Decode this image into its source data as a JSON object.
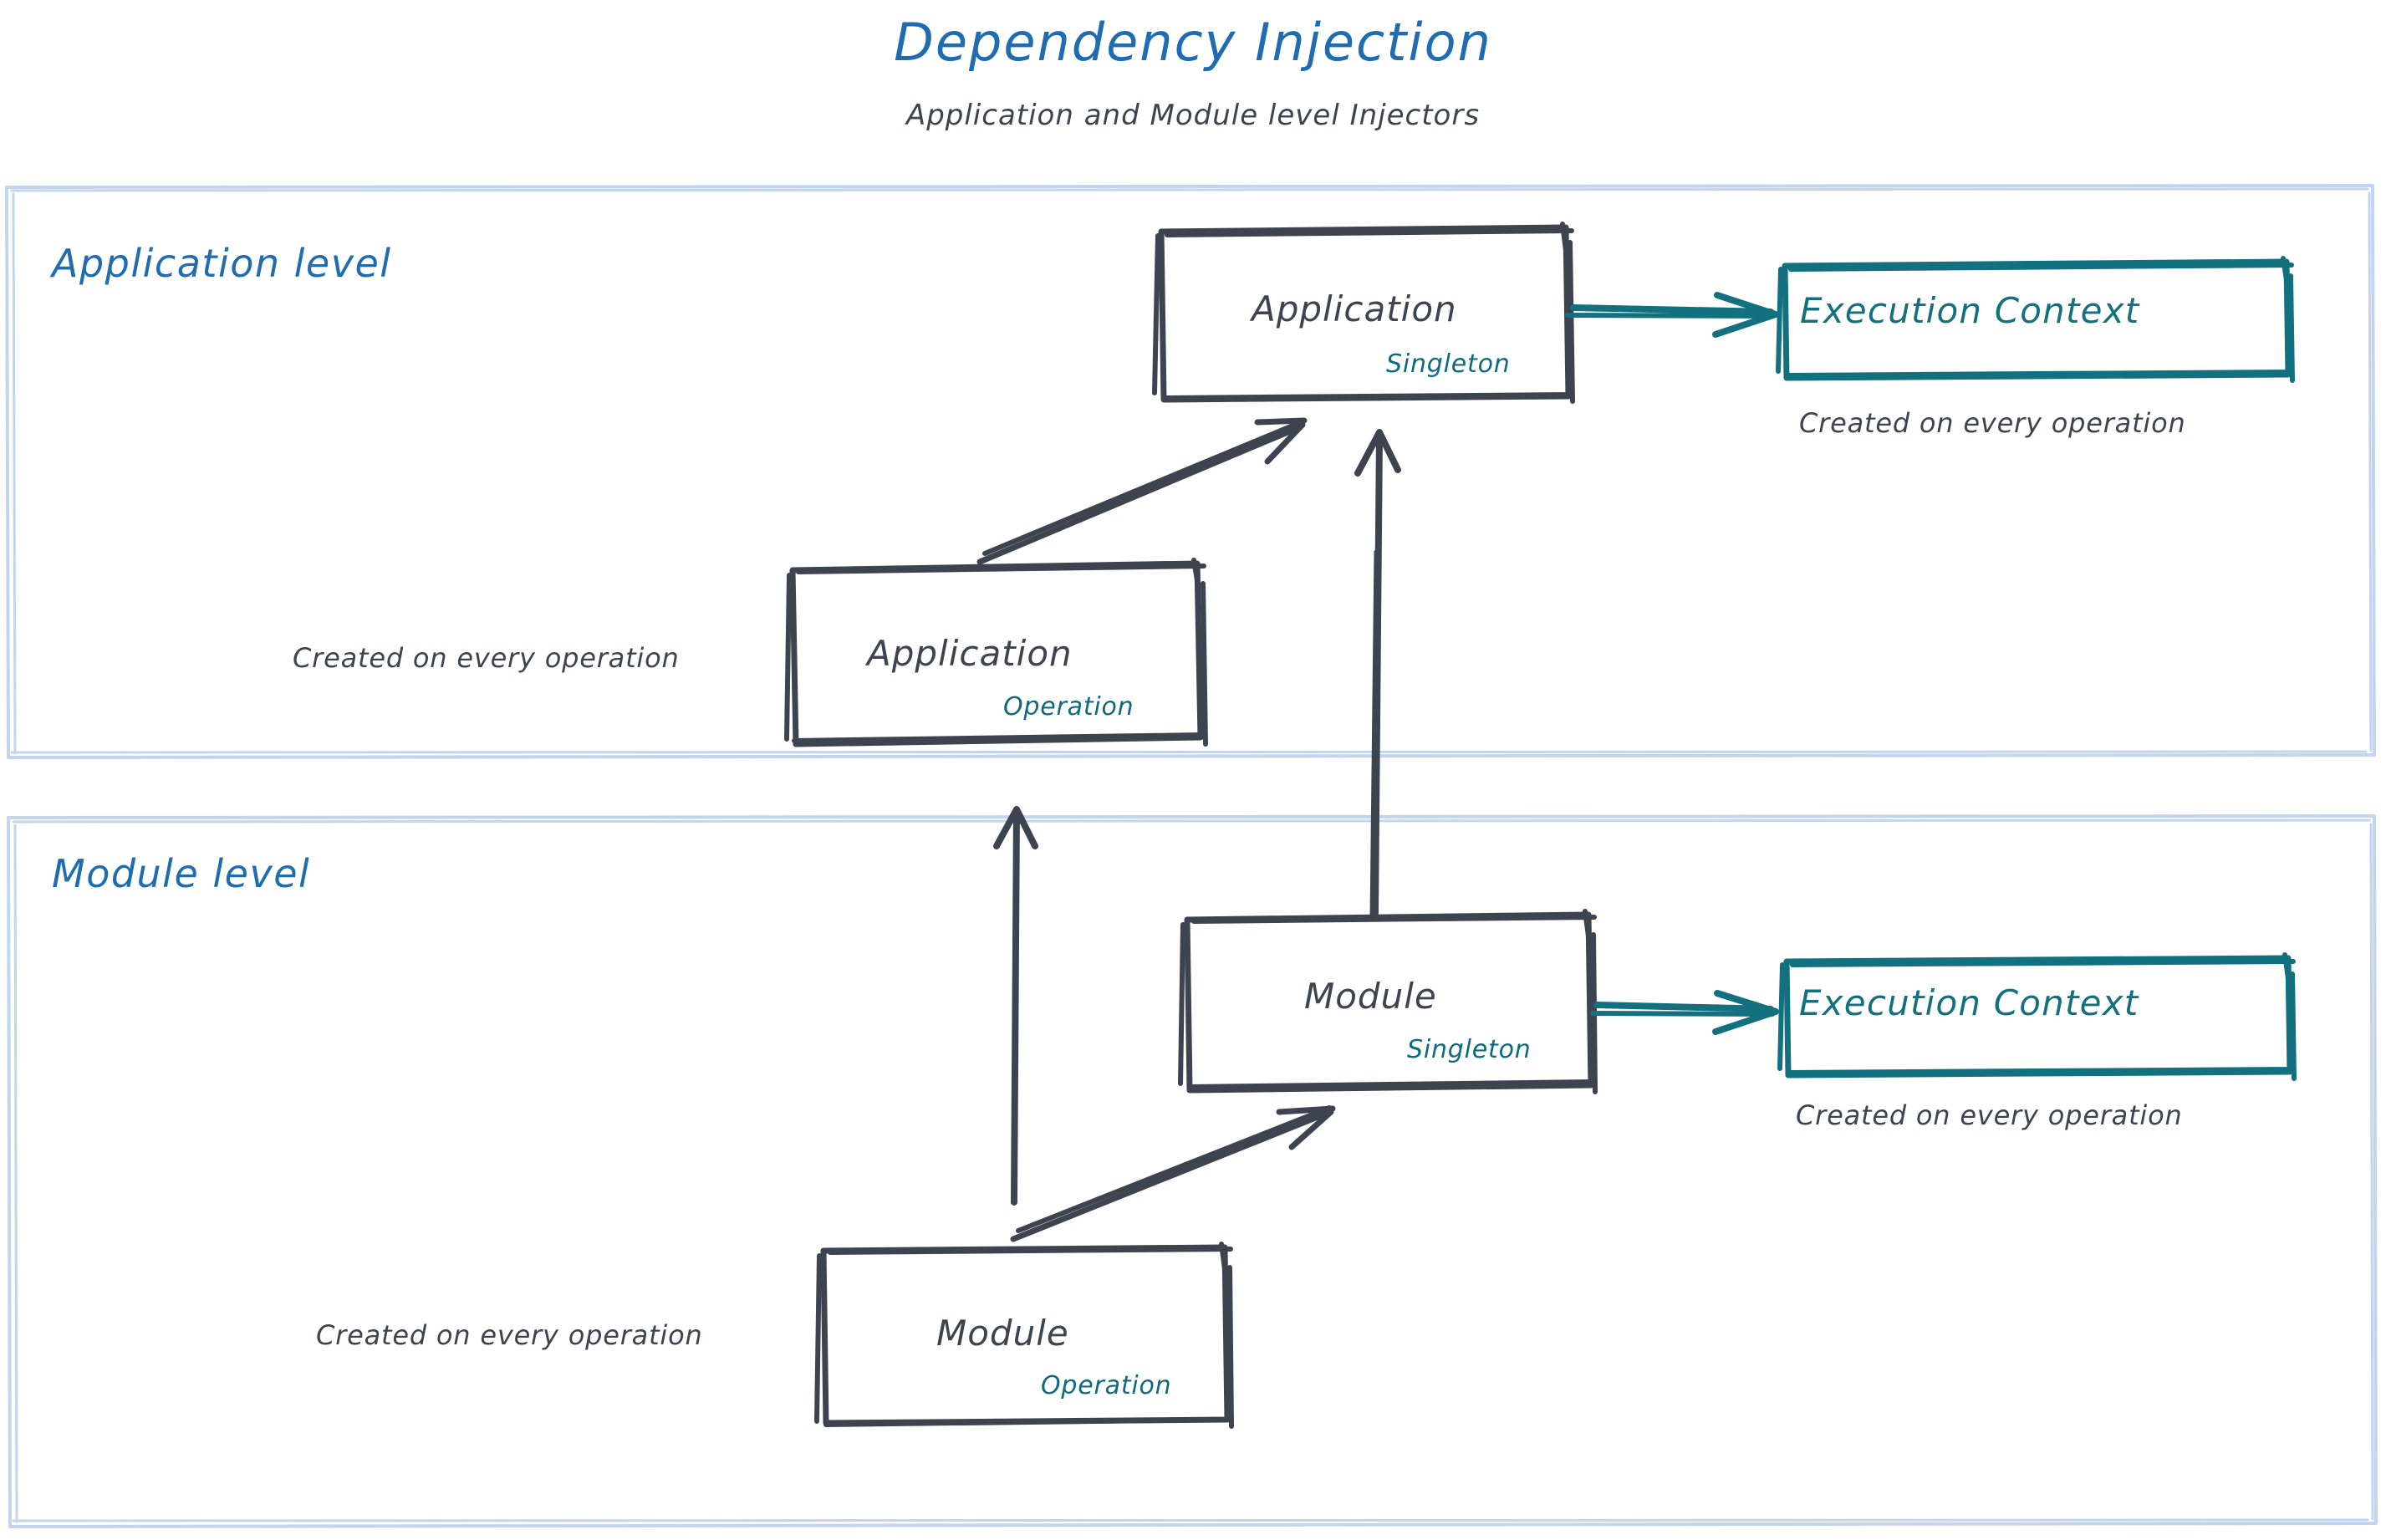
{
  "header": {
    "title": "Dependency Injection",
    "subtitle": "Application and Module level Injectors"
  },
  "colors": {
    "title_blue": "#1f6cb0",
    "band_label_blue": "#1f6cb0",
    "panel_border": "#c3d5ec",
    "sketch_dark": "#3d4450",
    "teal": "#13717f",
    "teal_sub": "#0f6a7d",
    "background": "#ffffff"
  },
  "bands": [
    {
      "id": "application-level",
      "label": "Application level",
      "nodes": [
        {
          "id": "application-singleton",
          "title": "Application",
          "scope": "Singleton",
          "border_style": "sketch-dark"
        },
        {
          "id": "execution-context-application",
          "title": "Execution Context",
          "scope": "",
          "border_style": "sketch-teal",
          "caption": "Created on every operation"
        },
        {
          "id": "application-operation",
          "title": "Application",
          "scope": "Operation",
          "border_style": "sketch-dark",
          "caption": "Created on every operation"
        }
      ]
    },
    {
      "id": "module-level",
      "label": "Module level",
      "nodes": [
        {
          "id": "module-singleton",
          "title": "Module",
          "scope": "Singleton",
          "border_style": "sketch-dark"
        },
        {
          "id": "execution-context-module",
          "title": "Execution Context",
          "scope": "",
          "border_style": "sketch-teal",
          "caption": "Created on every operation"
        },
        {
          "id": "module-operation",
          "title": "Module",
          "scope": "Operation",
          "border_style": "sketch-dark",
          "caption": "Created on every operation"
        }
      ]
    }
  ],
  "arrows": [
    {
      "id": "app-op-to-app-singleton",
      "from": "application-operation",
      "to": "application-singleton",
      "color": "#3d4450",
      "style": "sketch-diagonal"
    },
    {
      "id": "app-singleton-to-execution-context",
      "from": "application-singleton",
      "to": "execution-context-application",
      "color": "#13717f",
      "style": "sketch-horizontal"
    },
    {
      "id": "module-singleton-to-app-singleton",
      "from": "module-singleton",
      "to": "application-singleton",
      "color": "#3d4450",
      "style": "sketch-vertical-long"
    },
    {
      "id": "module-op-to-module-singleton",
      "from": "module-operation",
      "to": "module-singleton",
      "color": "#3d4450",
      "style": "sketch-diagonal"
    },
    {
      "id": "module-singleton-to-execution-context",
      "from": "module-singleton",
      "to": "execution-context-module",
      "color": "#13717f",
      "style": "sketch-horizontal"
    },
    {
      "id": "module-op-to-app-op",
      "from": "module-operation",
      "to": "application-operation",
      "color": "#3d4450",
      "style": "sketch-vertical"
    }
  ]
}
